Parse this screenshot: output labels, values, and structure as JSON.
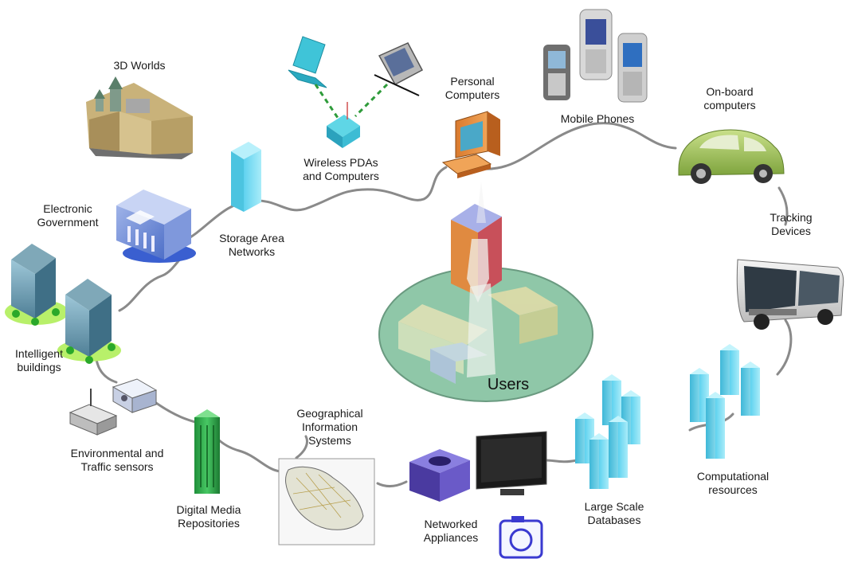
{
  "labels": {
    "worlds_3d": "3D Worlds",
    "wireless_pdas": "Wireless PDAs\nand Computers",
    "personal_computers": "Personal\nComputers",
    "mobile_phones": "Mobile Phones",
    "onboard_computers": "On-board\ncomputers",
    "electronic_government": "Electronic\nGovernment",
    "storage_area_networks": "Storage Area\nNetworks",
    "tracking_devices": "Tracking\nDevices",
    "intelligent_buildings": "Intelligent\nbuildings",
    "users": "Users",
    "environmental_sensors": "Environmental and\nTraffic sensors",
    "geographical_info": "Geographical\nInformation\nSystems",
    "computational_resources": "Computational\nresources",
    "digital_media": "Digital Media\nRepositories",
    "large_scale_db": "Large Scale\nDatabases",
    "networked_appliances": "Networked\nAppliances"
  },
  "colors": {
    "cloud_stroke": "#8a8a8a",
    "cyan": "#7fdcf0",
    "green_link": "#2e9b3a",
    "users_ellipse": "#8fc7a8",
    "building_blue": "#6f8fd8",
    "tower_orange": "#e28a3c",
    "tower_red": "#c8505a",
    "media_green": "#2aa84a",
    "gamecube_purple": "#5b4bb0",
    "car_green": "#9cc05a"
  },
  "icons": [
    "city-3d-icon",
    "laptop-icon",
    "pda-icon",
    "access-point-icon",
    "desktop-computer-icon",
    "mobile-phone-icon",
    "car-icon",
    "bus-icon",
    "server-icon",
    "government-building-icon",
    "office-building-icon",
    "sensor-icon",
    "camera-icon",
    "map-icon",
    "monitor-icon",
    "game-console-icon",
    "media-repository-icon"
  ]
}
